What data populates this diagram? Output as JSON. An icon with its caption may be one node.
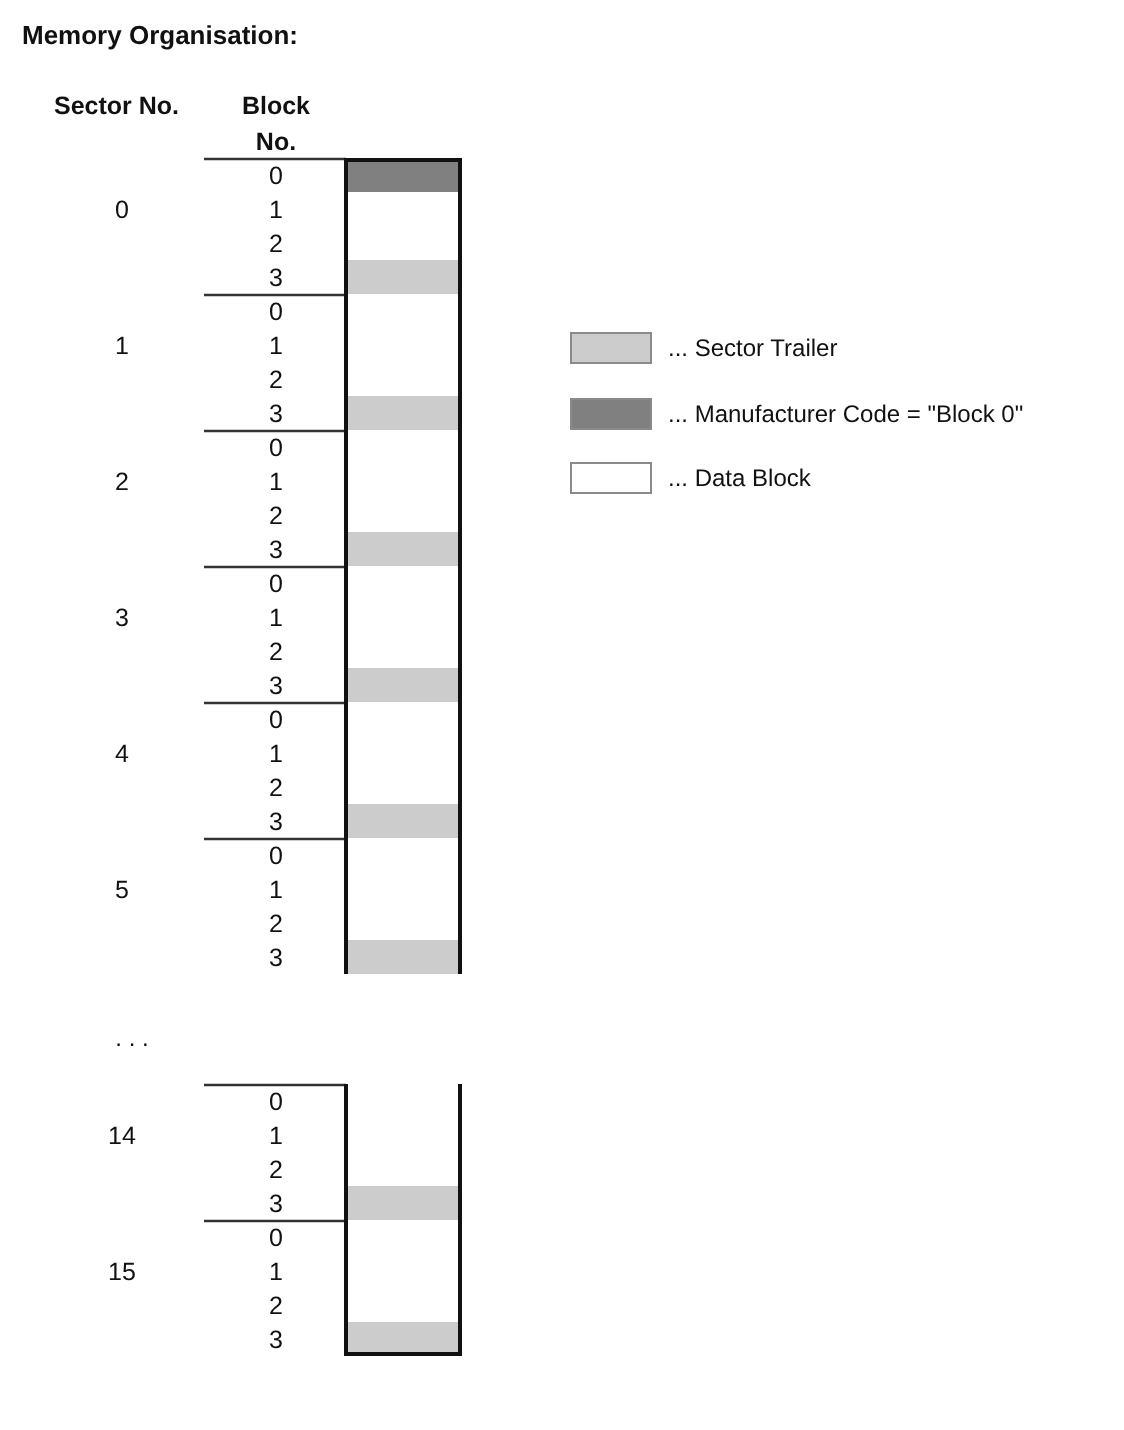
{
  "diagram": {
    "title": "Memory Organisation:",
    "nodes": [
      {
        "text": [],
        "shape": "box",
        "beside": [
          "0"
        ]
      },
      {
        "text": [],
        "shape": "box",
        "beside": [
          "1"
        ]
      },
      {
        "text": [],
        "shape": "box",
        "beside": [
          "2"
        ]
      },
      {
        "text": [],
        "shape": "box",
        "beside": [
          "3"
        ]
      },
      {
        "text": [],
        "shape": "box",
        "beside": [
          "0"
        ]
      },
      {
        "text": [],
        "shape": "box",
        "beside": [
          "1"
        ]
      },
      {
        "text": [],
        "shape": "box",
        "beside": [
          "2"
        ]
      },
      {
        "text": [],
        "shape": "box",
        "beside": [
          "3"
        ]
      },
      {
        "text": [],
        "shape": "box",
        "beside": [
          "0"
        ]
      },
      {
        "text": [],
        "shape": "box",
        "beside": [
          "1"
        ]
      },
      {
        "text": [],
        "shape": "box",
        "beside": [
          "2"
        ]
      },
      {
        "text": [],
        "shape": "box",
        "beside": [
          "3"
        ]
      },
      {
        "text": [],
        "shape": "box",
        "beside": [
          "0"
        ]
      },
      {
        "text": [],
        "shape": "box",
        "beside": [
          "1"
        ]
      },
      {
        "text": [],
        "shape": "box",
        "beside": [
          "2"
        ]
      },
      {
        "text": [],
        "shape": "box",
        "beside": [
          "3"
        ]
      },
      {
        "text": [],
        "shape": "box",
        "beside": [
          "0"
        ]
      },
      {
        "text": [],
        "shape": "box",
        "beside": [
          "1"
        ]
      },
      {
        "text": [],
        "shape": "box",
        "beside": [
          "2"
        ]
      },
      {
        "text": [],
        "shape": "box",
        "beside": [
          "3"
        ]
      },
      {
        "text": [],
        "shape": "box",
        "beside": [
          "0"
        ]
      },
      {
        "text": [],
        "shape": "box",
        "beside": [
          "1"
        ]
      },
      {
        "text": [],
        "shape": "box",
        "beside": [
          "2"
        ]
      },
      {
        "text": [],
        "shape": "box",
        "beside": [
          "3"
        ]
      },
      {
        "text": [],
        "shape": "box",
        "beside": [
          "0"
        ]
      },
      {
        "text": [],
        "shape": "box",
        "beside": [
          "1"
        ]
      },
      {
        "text": [],
        "shape": "box",
        "beside": [
          "2"
        ]
      },
      {
        "text": [],
        "shape": "box",
        "beside": [
          "3"
        ]
      },
      {
        "text": [],
        "shape": "box",
        "beside": [
          "0"
        ]
      },
      {
        "text": [],
        "shape": "box",
        "beside": [
          "1"
        ]
      },
      {
        "text": [],
        "shape": "box",
        "beside": [
          "2"
        ]
      },
      {
        "text": [],
        "shape": "box",
        "beside": [
          "3"
        ]
      }
    ],
    "labels": [
      "Sector No.",
      "Block No.",
      "0",
      "1",
      "2",
      "3",
      "4",
      "5",
      ". . .",
      "14",
      "15"
    ],
    "legend": [
      {
        "text": "... Sector Trailer",
        "color": "#cccccc"
      },
      {
        "text": "... Manufacturer Code = \"Block 0\"",
        "color": "#808080"
      },
      {
        "text": "... Data Block",
        "color": "#ffffff"
      }
    ]
  }
}
